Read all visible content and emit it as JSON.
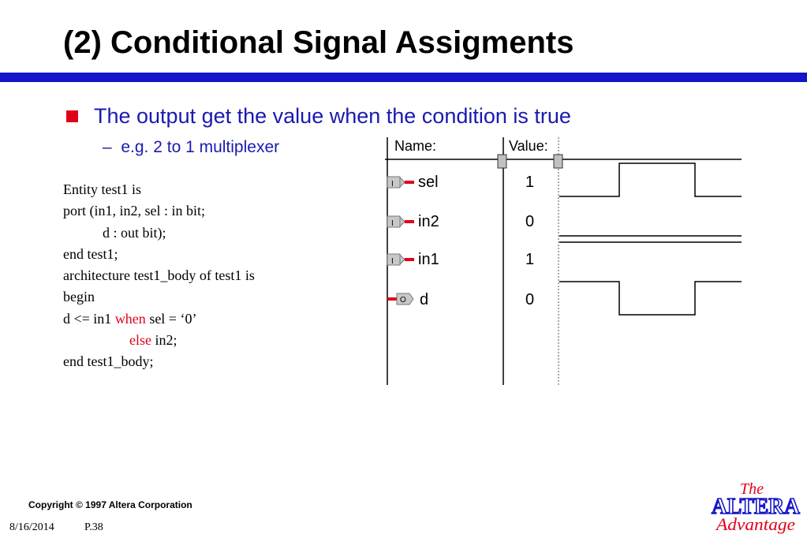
{
  "slide": {
    "title": "(2) Conditional Signal Assigments",
    "bullet": "The output get the value when the condition is true",
    "sub_bullet": "e.g. 2 to 1 multiplexer",
    "sub_dash": "–"
  },
  "code": {
    "l1": "Entity test1 is",
    "l2": "port (in1, in2, sel : in bit;",
    "l3": "d : out bit);",
    "l4": "end test1;",
    "l5": "architecture test1_body of test1 is",
    "l6": "begin",
    "l7_pre": "d <= in1 ",
    "l7_kw": "when",
    "l7_post": " sel = ‘0’",
    "l8_kw": "else",
    "l8_post": " in2;",
    "l9": "end test1_body;"
  },
  "waveform": {
    "name_header": "Name:",
    "value_header": "Value:",
    "signals": [
      {
        "name": "sel",
        "value": "1",
        "dir": "I"
      },
      {
        "name": "in2",
        "value": "0",
        "dir": "I"
      },
      {
        "name": "in1",
        "value": "1",
        "dir": "I"
      },
      {
        "name": "d",
        "value": "0",
        "dir": "O"
      }
    ]
  },
  "footer": {
    "copyright": "Copyright © 1997 Altera Corporation",
    "date": "8/16/2014",
    "page": "P.38"
  },
  "logo": {
    "the": "The",
    "brand": "ALTERA",
    "tagline": "Advantage"
  },
  "colors": {
    "title_bar": "#1414c8",
    "bullet_text": "#1a1ab0",
    "bullet_square": "#e0001a",
    "keyword": "#e0001a"
  }
}
